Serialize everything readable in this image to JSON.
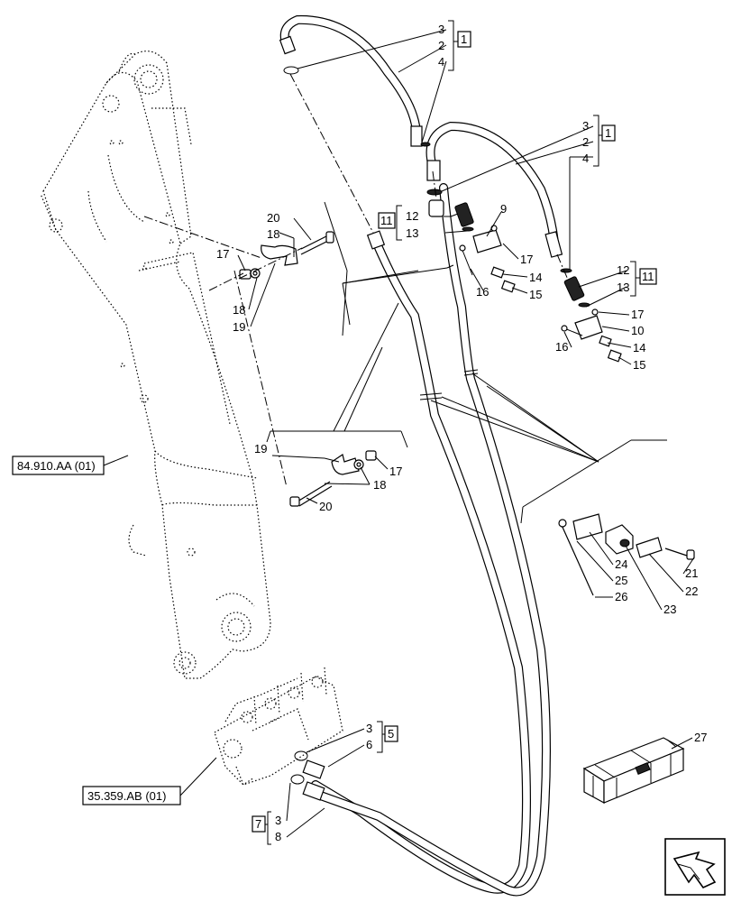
{
  "callouts": {
    "a3": "3",
    "a2": "2",
    "a4": "4",
    "a1": "1",
    "b3": "3",
    "b2": "2",
    "b4": "4",
    "b1": "1",
    "c11": "11",
    "c12": "12",
    "c13": "13",
    "c9": "9",
    "c17": "17",
    "c14": "14",
    "c16": "16",
    "c15": "15",
    "d12": "12",
    "d13": "13",
    "d11": "11",
    "d17": "17",
    "d10": "10",
    "d16": "16",
    "d14": "14",
    "d15": "15",
    "e20": "20",
    "e18": "18",
    "e17": "17",
    "e18b": "18",
    "e19": "19",
    "f19": "19",
    "f17": "17",
    "f18": "18",
    "f20": "20",
    "g24": "24",
    "g25": "25",
    "g26": "26",
    "g21": "21",
    "g22": "22",
    "g23": "23",
    "h3": "3",
    "h6": "6",
    "h5": "5",
    "i7": "7",
    "i3": "3",
    "i8": "8",
    "k27": "27"
  },
  "references": {
    "boom": "84.910.AA (01)",
    "valve": "35.359.AB (01)"
  },
  "icons": {
    "nav": "next-page-arrow-icon",
    "kit": "parts-kit-crate-icon"
  }
}
